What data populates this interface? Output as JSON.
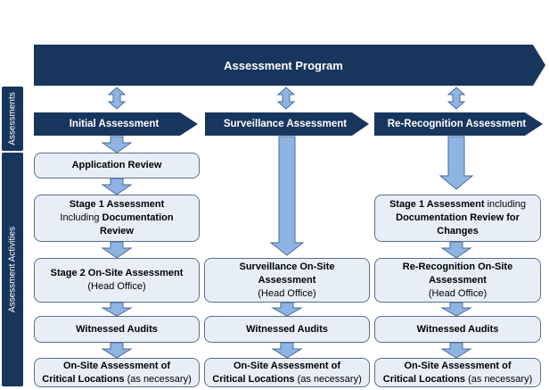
{
  "sidebar": {
    "assessments_label": "Assessments",
    "activities_label": "Assessment Activities"
  },
  "program": {
    "title": "Assessment Program"
  },
  "columns": [
    {
      "header": "Initial Assessment",
      "boxes": [
        {
          "lines": [
            [
              {
                "text": "Application Review",
                "bold": true
              }
            ]
          ]
        },
        {
          "lines": [
            [
              {
                "text": "Stage 1 Assessment",
                "bold": true
              }
            ],
            [
              {
                "text": "Including ",
                "bold": false
              },
              {
                "text": "Documentation",
                "bold": true
              }
            ],
            [
              {
                "text": "Review",
                "bold": true
              }
            ]
          ]
        },
        {
          "lines": [
            [
              {
                "text": "Stage 2 On-Site Assessment",
                "bold": true
              }
            ],
            [
              {
                "text": "(Head Office)",
                "bold": false
              }
            ]
          ]
        },
        {
          "lines": [
            [
              {
                "text": "Witnessed Audits",
                "bold": true
              }
            ]
          ]
        },
        {
          "lines": [
            [
              {
                "text": "On-Site Assessment of",
                "bold": true
              }
            ],
            [
              {
                "text": "Critical Locations",
                "bold": true
              },
              {
                "text": " (as necessary)",
                "bold": false
              }
            ]
          ]
        }
      ]
    },
    {
      "header": "Surveillance Assessment",
      "boxes": [
        {
          "lines": [
            [
              {
                "text": "Surveillance On-Site",
                "bold": true
              }
            ],
            [
              {
                "text": "Assessment",
                "bold": true
              }
            ],
            [
              {
                "text": "(Head Office)",
                "bold": false
              }
            ]
          ]
        },
        {
          "lines": [
            [
              {
                "text": "Witnessed Audits",
                "bold": true
              }
            ]
          ]
        },
        {
          "lines": [
            [
              {
                "text": "On-Site Assessment of",
                "bold": true
              }
            ],
            [
              {
                "text": "Critical Locations",
                "bold": true
              },
              {
                "text": " (as necessary)",
                "bold": false
              }
            ]
          ]
        }
      ]
    },
    {
      "header": "Re-Recognition Assessment",
      "boxes": [
        {
          "lines": [
            [
              {
                "text": "Stage 1 Assessment",
                "bold": true
              },
              {
                "text": " including",
                "bold": false
              }
            ],
            [
              {
                "text": "Documentation Review for",
                "bold": true
              }
            ],
            [
              {
                "text": "Changes",
                "bold": true
              }
            ]
          ]
        },
        {
          "lines": [
            [
              {
                "text": "Re-Recognition On-Site",
                "bold": true
              }
            ],
            [
              {
                "text": "Assessment",
                "bold": true
              }
            ],
            [
              {
                "text": "(Head Office)",
                "bold": false
              }
            ]
          ]
        },
        {
          "lines": [
            [
              {
                "text": "Witnessed Audits",
                "bold": true
              }
            ]
          ]
        },
        {
          "lines": [
            [
              {
                "text": "On-Site Assessment of",
                "bold": true
              }
            ],
            [
              {
                "text": "Critical Locations",
                "bold": true
              },
              {
                "text": " (as necessary)",
                "bold": false
              }
            ]
          ]
        }
      ]
    }
  ],
  "colors": {
    "banner": "#17365d",
    "box_fill": "#e8eef8",
    "box_border": "#5b6f88",
    "connector_fill": "#8eb4e3",
    "connector_stroke": "#4a6c96"
  }
}
